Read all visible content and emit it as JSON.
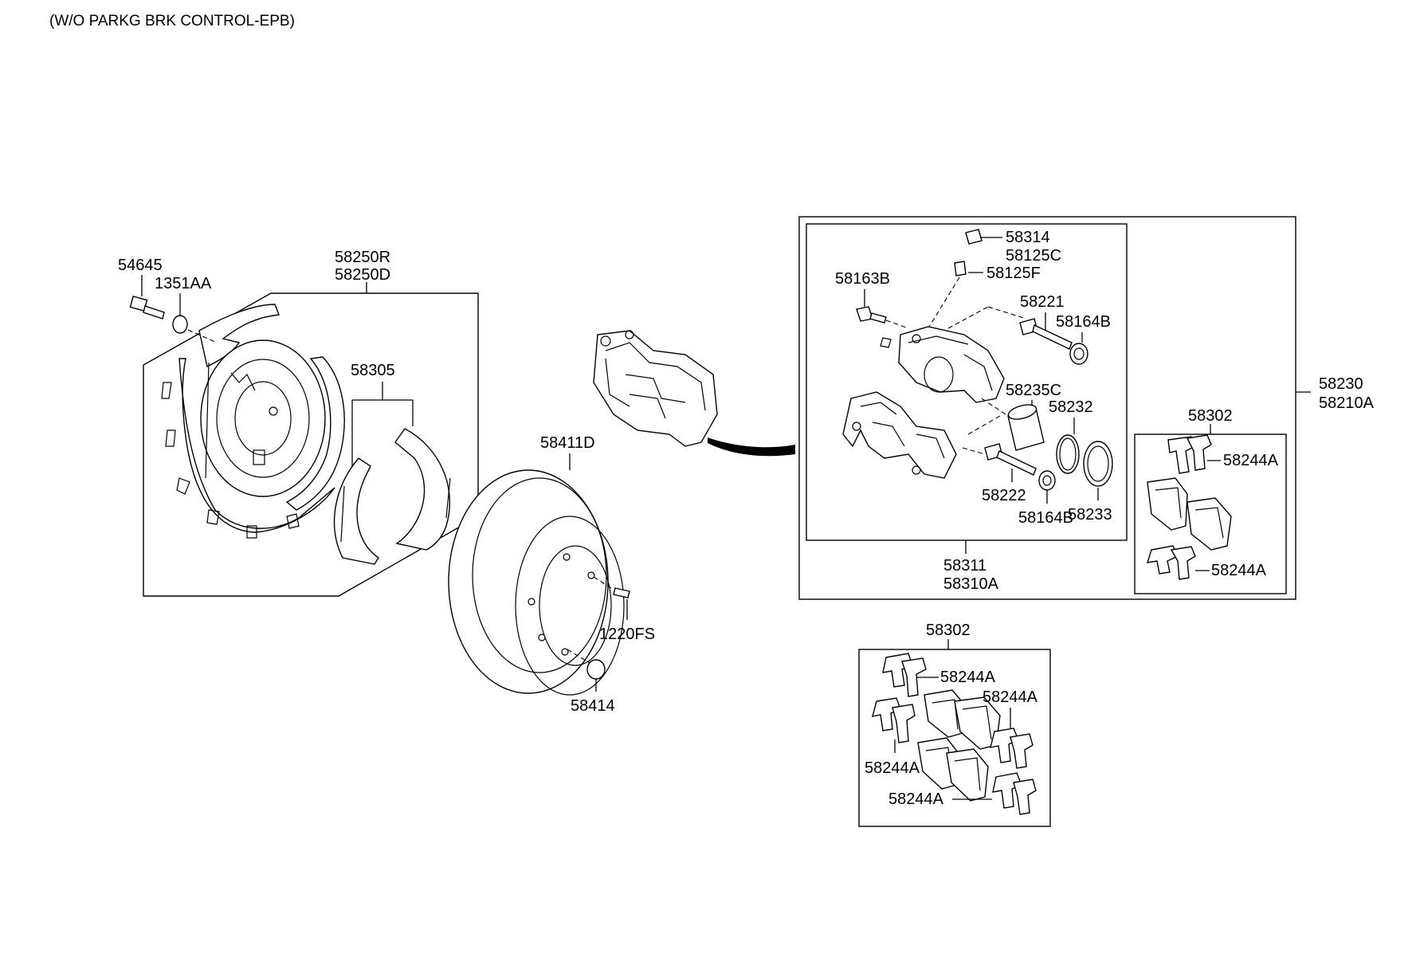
{
  "title": "(W/O PARKG BRK CONTROL-EPB)",
  "labels": {
    "p54645": "54645",
    "p1351AA": "1351AA",
    "p58250R": "58250R",
    "p58250D": "58250D",
    "p58305": "58305",
    "p58411D": "58411D",
    "p1220FS": "1220FS",
    "p58414": "58414",
    "p58314": "58314",
    "p58125C": "58125C",
    "p58125F": "58125F",
    "p58163B": "58163B",
    "p58221": "58221",
    "p58164B_top": "58164B",
    "p58235C": "58235C",
    "p58232": "58232",
    "p58222": "58222",
    "p58233": "58233",
    "p58164B_bot": "58164B",
    "p58311": "58311",
    "p58310A": "58310A",
    "p58230": "58230",
    "p58210A": "58210A",
    "p58302_a": "58302",
    "p58244A_a1": "58244A",
    "p58244A_a2": "58244A",
    "p58302_b": "58302",
    "p58244A_b1": "58244A",
    "p58244A_b2": "58244A",
    "p58244A_b3": "58244A",
    "p58244A_b4": "58244A"
  }
}
